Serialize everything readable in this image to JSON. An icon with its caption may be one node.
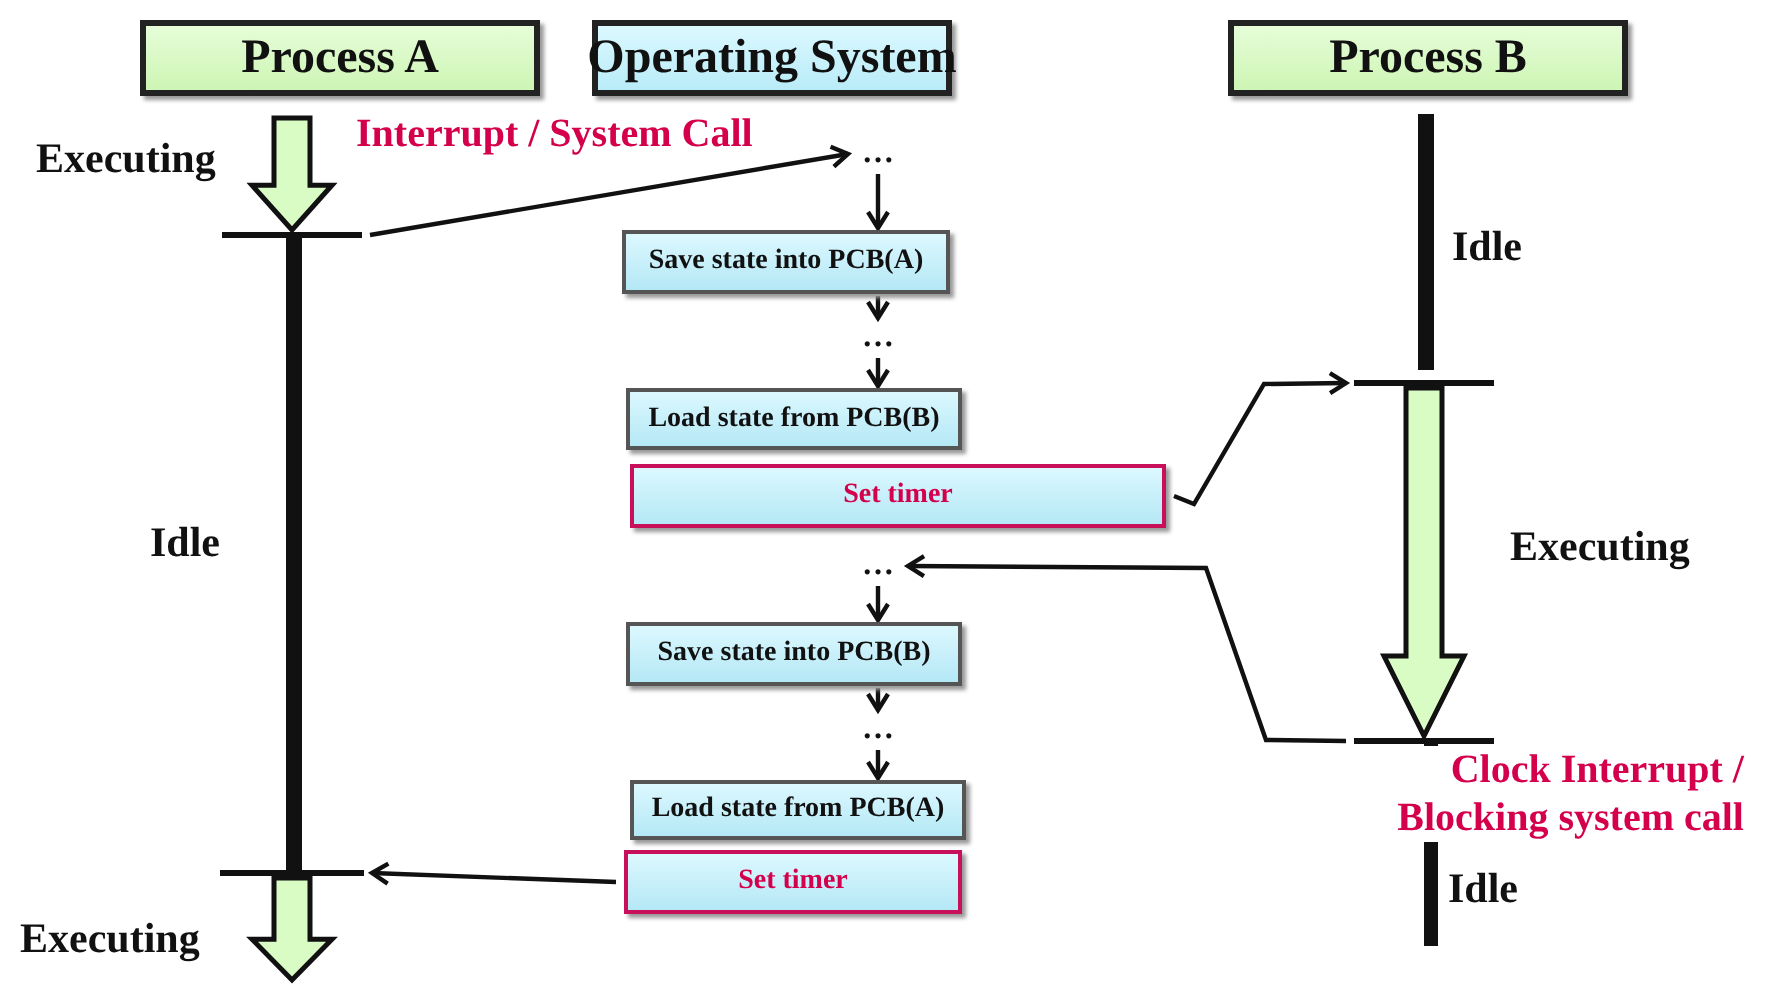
{
  "diagram": {
    "nodes": [
      {
        "text": [
          "Process A"
        ]
      },
      {
        "text": [
          "Operating System"
        ]
      },
      {
        "text": [
          "Process B"
        ]
      },
      {
        "text": [
          "Save state into PCB(A)"
        ]
      },
      {
        "text": [
          "Load state from PCB(B)"
        ]
      },
      {
        "text": [
          "Set timer"
        ]
      },
      {
        "text": [
          "Save state into PCB(B)"
        ]
      },
      {
        "text": [
          "Load state from PCB(A)"
        ]
      },
      {
        "text": [
          "Set timer"
        ]
      },
      {
        "text": [
          "…"
        ]
      },
      {
        "text": [],
        "shape": "bar"
      },
      {
        "text": [
          "…"
        ]
      },
      {
        "text": [],
        "shape": "bar"
      },
      {
        "text": [
          "…"
        ]
      },
      {
        "text": [],
        "shape": "bar"
      },
      {
        "text": [
          "…"
        ]
      },
      {
        "text": [],
        "shape": "bar"
      }
    ],
    "edges": [
      {
        "from": 10,
        "to": 9,
        "arrow": "to",
        "label": "Interrupt / System Call"
      },
      {
        "from": 9,
        "to": 3,
        "arrow": "to"
      },
      {
        "from": 3,
        "to": 11,
        "arrow": "to"
      },
      {
        "from": 11,
        "to": 4,
        "arrow": "to"
      },
      {
        "from": 5,
        "to": 12,
        "arrow": "to"
      },
      {
        "from": 14,
        "to": 13,
        "arrow": "to",
        "label": "Clock Interrupt / Blocking system call"
      },
      {
        "from": 13,
        "to": 6,
        "arrow": "to"
      },
      {
        "from": 6,
        "to": 15,
        "arrow": "to"
      },
      {
        "from": 15,
        "to": 7,
        "arrow": "to"
      },
      {
        "from": 8,
        "to": 16,
        "arrow": "to"
      },
      {
        "from": null,
        "to": 10,
        "arrow": "to",
        "style": "thick",
        "color": "#d9fbc4"
      },
      {
        "from": 12,
        "to": 14,
        "arrow": "to",
        "style": "thick",
        "color": "#d9fbc4"
      },
      {
        "from": 16,
        "to": null,
        "arrow": "to",
        "style": "thick",
        "color": "#d9fbc4"
      }
    ],
    "labels": [
      "Executing",
      "Idle",
      "Idle",
      "Executing",
      "Idle",
      "Executing"
    ]
  }
}
